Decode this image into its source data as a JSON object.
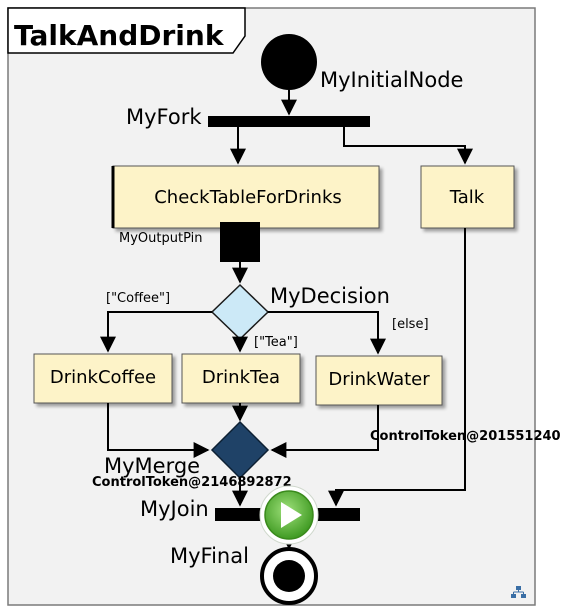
{
  "diagram": {
    "title": "TalkAndDrink",
    "nodes": {
      "initial": "MyInitialNode",
      "fork": "MyFork",
      "check_table": "CheckTableForDrinks",
      "talk": "Talk",
      "output_pin": "MyOutputPin",
      "decision": "MyDecision",
      "drink_coffee": "DrinkCoffee",
      "drink_tea": "DrinkTea",
      "drink_water": "DrinkWater",
      "merge": "MyMerge",
      "join": "MyJoin",
      "final": "MyFinal"
    },
    "guards": {
      "coffee": "[\"Coffee\"]",
      "tea": "[\"Tea\"]",
      "else": "[else]"
    },
    "tokens": {
      "right": "ControlToken@201551240",
      "left": "ControlToken@2146892872"
    },
    "colors": {
      "frame_bg": "#f2f2f2",
      "action_fill": "#fdf3c8",
      "decision_fill": "#cce9f7",
      "merge_fill": "#1f4267",
      "play_green": "#5bb833"
    },
    "icons": {
      "play": "play-icon",
      "corner": "hierarchy-icon"
    }
  }
}
